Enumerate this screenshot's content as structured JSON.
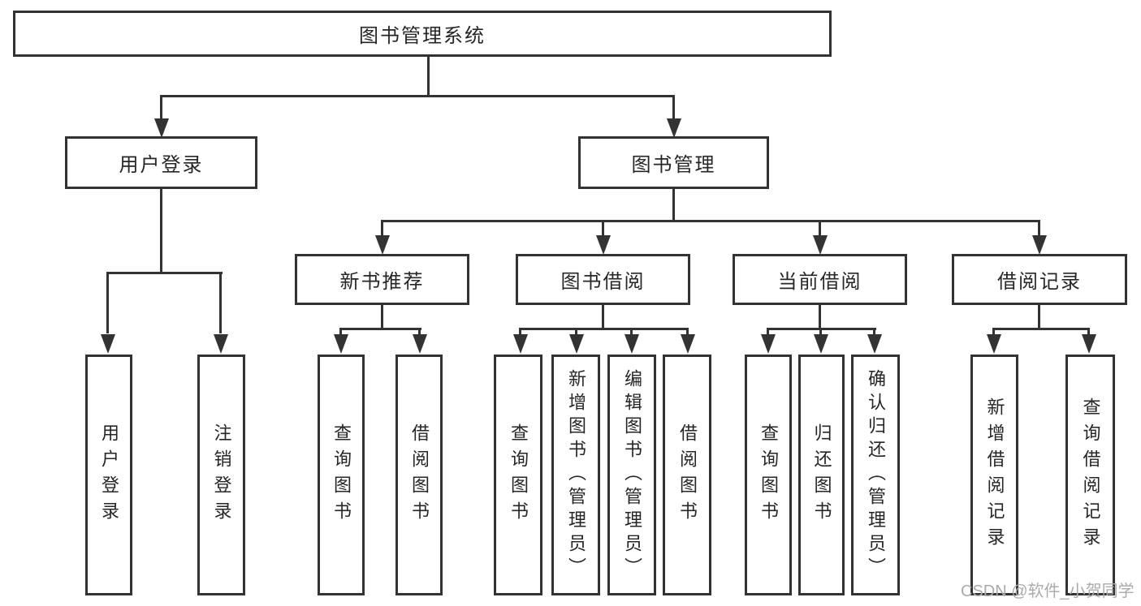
{
  "diagram": {
    "root": "图书管理系统",
    "level2": [
      "用户登录",
      "图书管理"
    ],
    "level3": [
      "新书推荐",
      "图书借阅",
      "当前借阅",
      "借阅记录"
    ],
    "leaves": {
      "user_login": [
        "用户登录",
        "注销登录"
      ],
      "new_book_recommend": [
        "查询图书",
        "借阅图书"
      ],
      "book_borrow": [
        "查询图书",
        "新增图书（管理员）",
        "编辑图书（管理员）",
        "借阅图书"
      ],
      "current_borrow": [
        "查询图书",
        "归还图书",
        "确认归还（管理员）"
      ],
      "borrow_records": [
        "新增借阅记录",
        "查询借阅记录"
      ]
    }
  },
  "watermark": {
    "text": "CSDN @软件_小贺同学"
  },
  "colors": {
    "line": "#333333",
    "text": "#262626",
    "watermark": "#ababab",
    "background": "#ffffff"
  }
}
